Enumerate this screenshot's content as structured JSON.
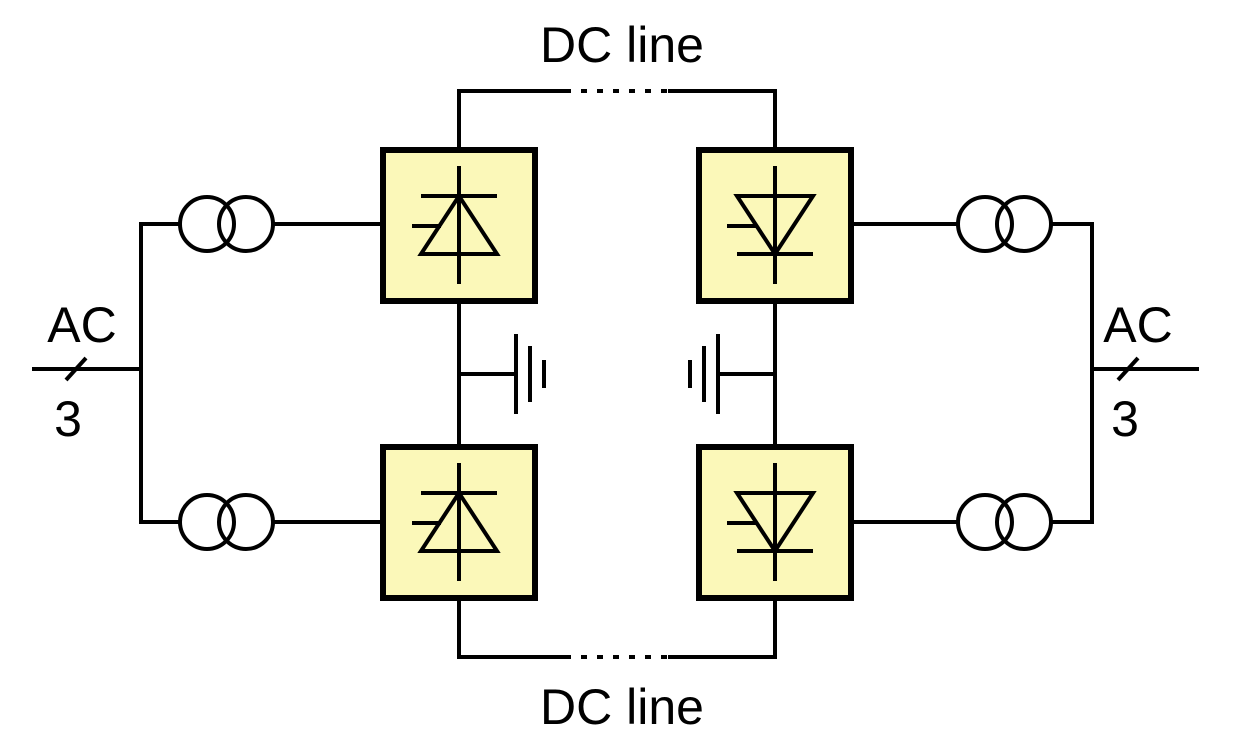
{
  "labels": {
    "dc_line_top": "DC line",
    "dc_line_bottom": "DC line",
    "ac_left": "AC",
    "ac_left_phases": "3",
    "ac_right": "AC",
    "ac_right_phases": "3"
  },
  "colors": {
    "converter_fill": "#fbf8b9",
    "stroke": "#000000"
  },
  "components": {
    "transformer_icon": "transformer-two-winding",
    "converter_icon": "thyristor-valve",
    "ground_icon": "ground-symbol"
  }
}
